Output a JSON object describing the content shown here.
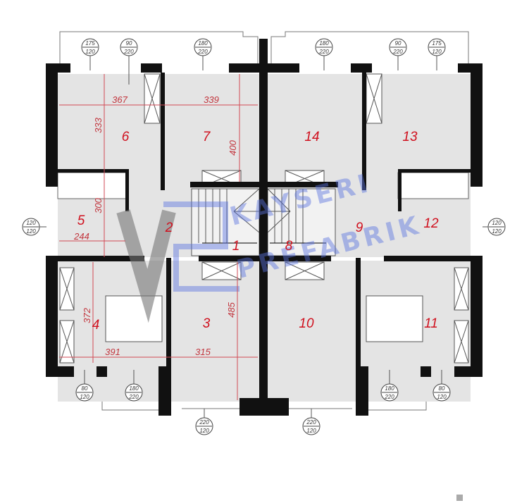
{
  "rooms": [
    "1",
    "2",
    "3",
    "4",
    "5",
    "6",
    "7",
    "8",
    "9",
    "10",
    "11",
    "12",
    "13",
    "14"
  ],
  "dimensions": {
    "d367": "367",
    "d339": "339",
    "d333": "333",
    "d400": "400",
    "d300": "300",
    "d244": "244",
    "d372": "372",
    "d391": "391",
    "d315": "315",
    "d485": "485"
  },
  "openings": [
    {
      "top": "175",
      "bottom": "120"
    },
    {
      "top": "90",
      "bottom": "220"
    },
    {
      "top": "180",
      "bottom": "220"
    },
    {
      "top": "180",
      "bottom": "220"
    },
    {
      "top": "90",
      "bottom": "220"
    },
    {
      "top": "175",
      "bottom": "120"
    },
    {
      "top": "120",
      "bottom": "120"
    },
    {
      "top": "120",
      "bottom": "120"
    },
    {
      "top": "80",
      "bottom": "120"
    },
    {
      "top": "180",
      "bottom": "220"
    },
    {
      "top": "180",
      "bottom": "220"
    },
    {
      "top": "80",
      "bottom": "120"
    },
    {
      "top": "220",
      "bottom": "120"
    },
    {
      "top": "220",
      "bottom": "120"
    }
  ],
  "watermark": {
    "line1": "KAYSERI",
    "line2": "PREFABRIK"
  },
  "colors": {
    "wall": "#111111",
    "room": "#e4e4e4",
    "label": "#d0101e",
    "dimension": "#c2353d",
    "watermark": "#5b74e0"
  }
}
